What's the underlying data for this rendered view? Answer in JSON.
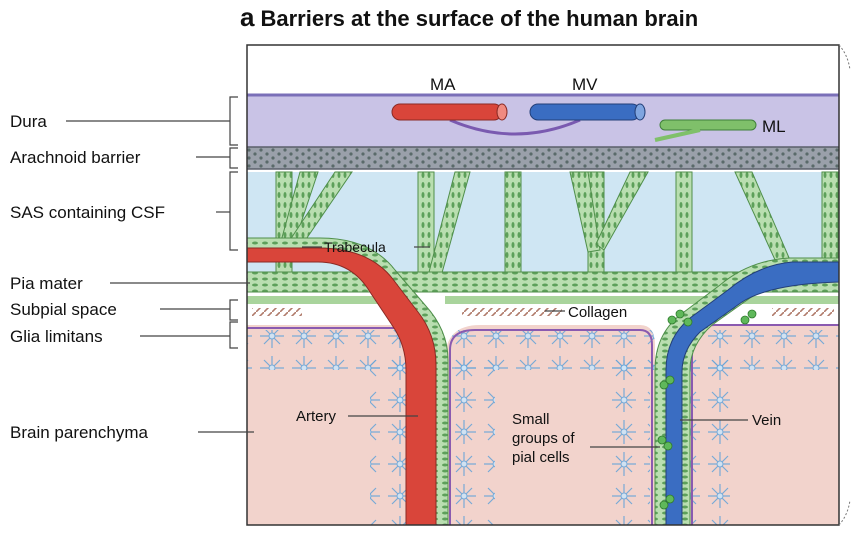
{
  "panel": {
    "letter": "a",
    "title": "Barriers at the surface of the human brain"
  },
  "left_labels": {
    "dura": "Dura",
    "arachnoid": "Arachnoid barrier",
    "sas": "SAS containing CSF",
    "pia": "Pia mater",
    "subpial": "Subpial space",
    "glia": "Glia limitans",
    "parenchyma": "Brain parenchyma"
  },
  "vessel_labels": {
    "ma": "MA",
    "mv": "MV",
    "ml": "ML"
  },
  "inner_labels": {
    "trabecula": "Trabecula",
    "collagen": "Collagen",
    "artery": "Artery",
    "small_groups": [
      "Small",
      "groups of",
      "pial cells"
    ],
    "vein": "Vein"
  },
  "colors": {
    "dura": "#c9c3e6",
    "arachnoid": "#8a8f99",
    "sas": "#cfe6f3",
    "pia": "#8cc48c",
    "parenchyma": "#f2d3cc",
    "artery": "#d9453a",
    "vein": "#3a6dc2",
    "astrocyte": "#6aa5d8",
    "collagen": "#b07a6a"
  }
}
